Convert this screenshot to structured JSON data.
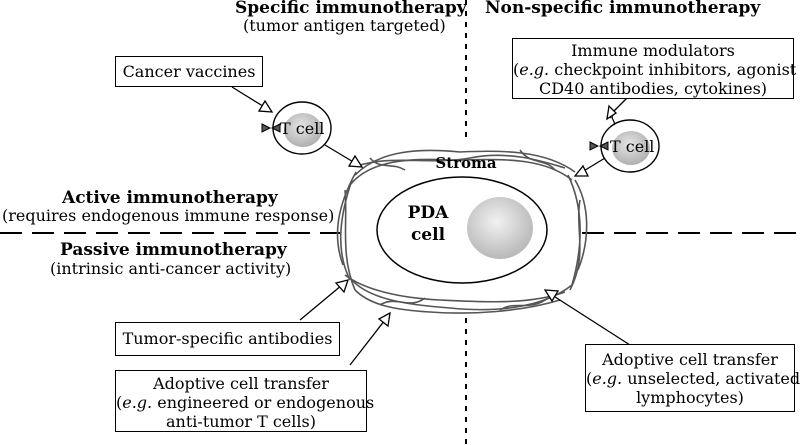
{
  "quadrants": {
    "specific": {
      "title": "Specific immunotherapy",
      "subtitle": "(tumor antigen targeted)"
    },
    "non_specific": {
      "title": "Non-specific immunotherapy"
    },
    "active": {
      "title": "Active immunotherapy",
      "subtitle": "(requires endogenous immune response)"
    },
    "passive": {
      "title": "Passive immunotherapy",
      "subtitle": "(intrinsic anti-cancer activity)"
    }
  },
  "boxes": {
    "cancer_vaccines": {
      "line1": "Cancer vaccines"
    },
    "immune_modulators": {
      "line1": "Immune modulators",
      "line2_em": "e.g.",
      "line2_pre": "(",
      "line2_rest": " checkpoint inhibitors, agonist",
      "line3": "CD40 antibodies,  cytokines)"
    },
    "tumor_antibodies": {
      "line1": "Tumor-specific antibodies"
    },
    "adoptive_left": {
      "line1": "Adoptive cell transfer",
      "line2_pre": "(",
      "line2_em": "e.g.",
      "line2_rest": " engineered or endogenous",
      "line3": "anti-tumor T cells)"
    },
    "adoptive_right": {
      "line1": "Adoptive cell transfer",
      "line2_pre": "(",
      "line2_em": "e.g.",
      "line2_rest": " unselected, activated",
      "line3": "lymphocytes)"
    }
  },
  "cells": {
    "t_cell_left": "T cell",
    "t_cell_right": "T cell",
    "stroma": "Stroma",
    "pda_line1": "PDA",
    "pda_line2": "cell"
  }
}
